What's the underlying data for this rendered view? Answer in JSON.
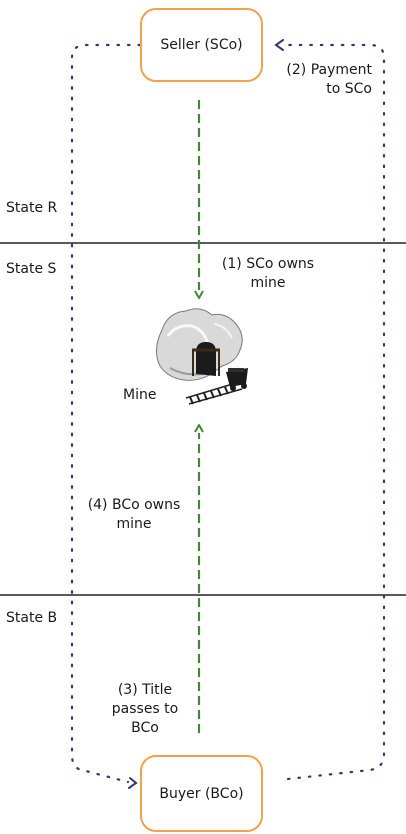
{
  "seller": {
    "label": "Seller (SCo)"
  },
  "buyer": {
    "label": "Buyer (BCo)"
  },
  "states": {
    "r": "State R",
    "s": "State S",
    "b": "State B"
  },
  "mine": {
    "label": "Mine",
    "icon": "mine-icon"
  },
  "steps": {
    "step1": {
      "line1": "(1) SCo owns",
      "line2": "mine"
    },
    "step2": {
      "line1": "(2) Payment",
      "line2": "to SCo"
    },
    "step3": {
      "line1": "(3) Title",
      "line2": "passes to",
      "line3": "BCo"
    },
    "step4": {
      "line1": "(4) BCo owns",
      "line2": "mine"
    }
  },
  "colors": {
    "box_border": "#f5a04a",
    "dotted_path": "#2b3a73",
    "dashed_arrow": "#3e8a36",
    "divider": "#222222"
  }
}
